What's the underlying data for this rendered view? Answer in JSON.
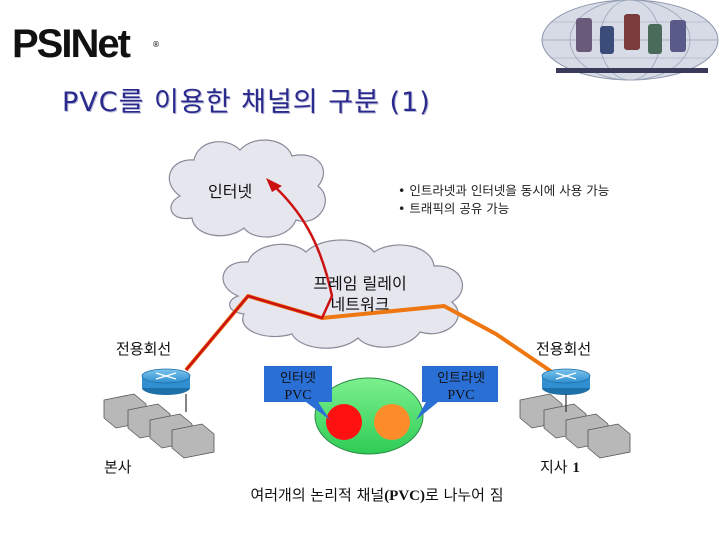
{
  "brand": {
    "logo_text": "PSINet"
  },
  "title": "PVC를 이용한 채널의 구분 (1)",
  "clouds": {
    "internet": {
      "label": "인터넷"
    },
    "frame_relay": {
      "label_line1": "프레임 릴레이",
      "label_line2": "네트워크"
    }
  },
  "bullets": [
    "• 인트라넷과 인터넷을 동시에 사용 가능",
    "• 트래픽의 공유 가능"
  ],
  "links": {
    "left_leased_line": "전용회선",
    "right_leased_line": "전용회선"
  },
  "pvc_tags": {
    "internet": {
      "line1": "인터넷",
      "line2": "PVC"
    },
    "intranet": {
      "line1": "인트라넷",
      "line2": "PVC"
    }
  },
  "sites": {
    "hq": "본사",
    "branch": {
      "name": "지사",
      "number": "1"
    }
  },
  "caption": {
    "part1": "여러개의 논리적 채널",
    "part2": "(PVC)",
    "part3": "로 나누어 짐"
  },
  "colors": {
    "title": "#2a2a8c",
    "cloud_fill": "#e6e6ee",
    "internet_path": "#cc1111",
    "leased_path": "#ee7711",
    "pvc_bubble": "#44dd66",
    "pvc_internet_circle": "#ff1111",
    "pvc_intranet_circle": "#ff8c2a",
    "tag_fill": "#2a6fd6",
    "router": "#2f8fd0"
  }
}
